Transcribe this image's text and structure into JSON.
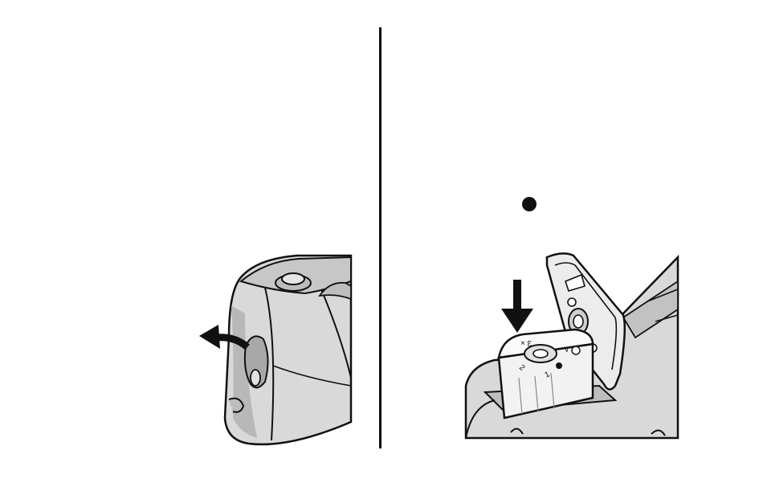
{
  "figure": {
    "panels": [
      {
        "id": "step-open-cover",
        "arrow": "curved-arrow-left"
      },
      {
        "id": "step-insert-film",
        "arrow": "arrow-down",
        "bullet": true
      }
    ],
    "film_cartridge_markings": [
      "1",
      "2",
      "3",
      "4",
      "×"
    ],
    "colors": {
      "line": "#111111",
      "body_fill": "#d9d9d9",
      "shadow_fill": "#a8a8a8",
      "background": "#ffffff"
    }
  }
}
